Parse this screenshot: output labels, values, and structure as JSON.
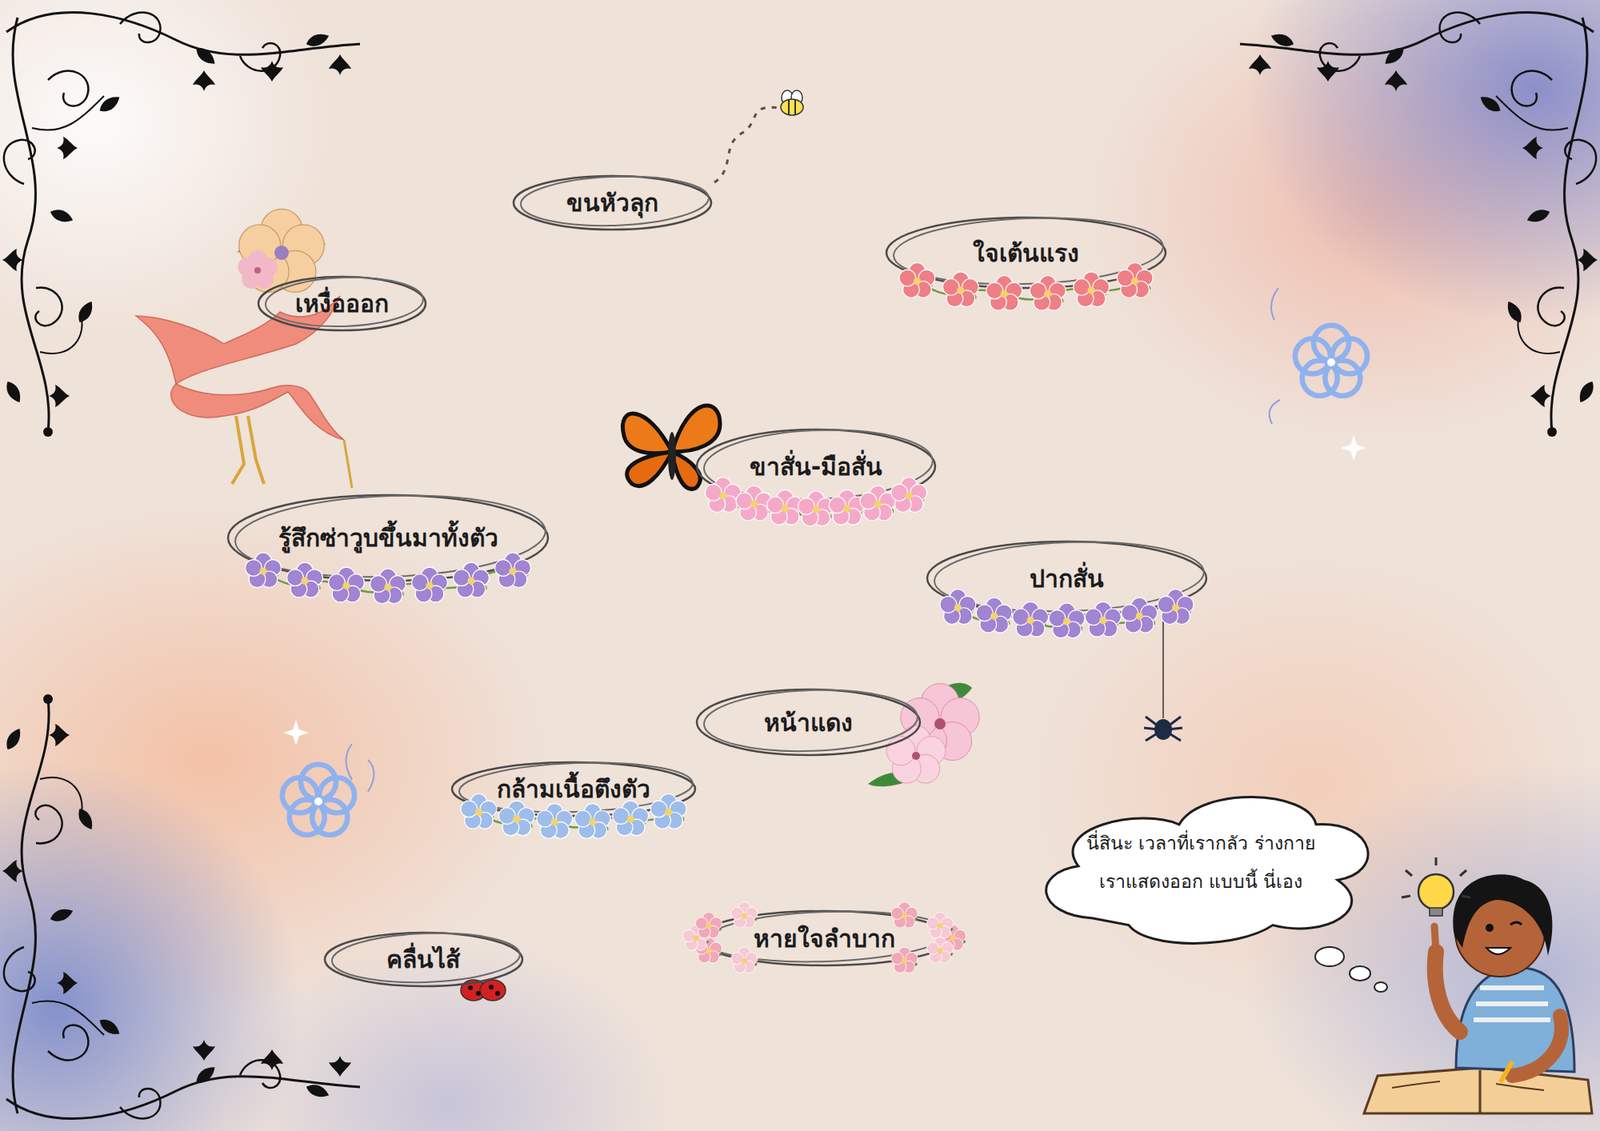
{
  "diagram": {
    "nodes": [
      {
        "text": [
          "ขนหัวลุก"
        ]
      },
      {
        "text": [
          "ใจเต้นแรง"
        ]
      },
      {
        "text": [
          "เหงื่อออก"
        ]
      },
      {
        "text": [
          "ขาสั่น-มือสั่น"
        ]
      },
      {
        "text": [
          "รู้สึกซ่าวูบขึ้นมาทั้งตัว"
        ]
      },
      {
        "text": [
          "ปากสั่น"
        ]
      },
      {
        "text": [
          "หน้าแดง"
        ]
      },
      {
        "text": [
          "กล้ามเนื้อตึงตัว"
        ]
      },
      {
        "text": [
          "คลื่นไส้"
        ]
      },
      {
        "text": [
          "หายใจลำบาก"
        ]
      },
      {
        "text": [
          "นี่สินะ เวลาที่เรากลัว ร่างกายเราแสดงออก แบบนี้ นี่เอง"
        ]
      }
    ]
  }
}
